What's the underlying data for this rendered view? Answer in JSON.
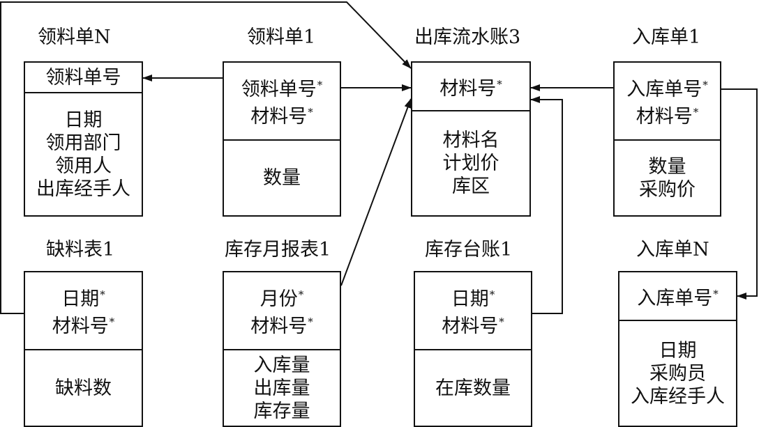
{
  "tables": [
    {
      "id": "t1",
      "title": "领料单N",
      "keys": [
        {
          "text": "领料单号",
          "star": ""
        }
      ],
      "attrs": [
        "日期",
        "领用部门",
        "领用人",
        "出库经手人"
      ]
    },
    {
      "id": "t2",
      "title": "领料单1",
      "keys": [
        {
          "text": "领料单号",
          "star": "*"
        },
        {
          "text": "材料号",
          "star": "*"
        }
      ],
      "attrs": [
        "数量"
      ]
    },
    {
      "id": "t3",
      "title": "出库流水账3",
      "keys": [
        {
          "text": "材料号",
          "star": "*"
        }
      ],
      "attrs": [
        "材料名",
        "计划价",
        "库区"
      ]
    },
    {
      "id": "t4",
      "title": "入库单1",
      "keys": [
        {
          "text": "入库单号",
          "star": "*"
        },
        {
          "text": "材料号",
          "star": "*"
        }
      ],
      "attrs": [
        "数量",
        "采购价"
      ]
    },
    {
      "id": "t5",
      "title": "缺料表1",
      "keys": [
        {
          "text": "日期",
          "star": "*"
        },
        {
          "text": "材料号",
          "star": "*"
        }
      ],
      "attrs": [
        "缺料数"
      ]
    },
    {
      "id": "t6",
      "title": "库存月报表1",
      "keys": [
        {
          "text": "月份",
          "star": "*"
        },
        {
          "text": "材料号",
          "star": "*"
        }
      ],
      "attrs": [
        "入库量",
        "出库量",
        "库存量"
      ]
    },
    {
      "id": "t7",
      "title": "库存台账1",
      "keys": [
        {
          "text": "日期",
          "star": "*"
        },
        {
          "text": "材料号",
          "star": "*"
        }
      ],
      "attrs": [
        "在库数量"
      ]
    },
    {
      "id": "t8",
      "title": "入库单N",
      "keys": [
        {
          "text": "入库单号",
          "star": "*"
        }
      ],
      "attrs": [
        "日期",
        "采购员",
        "入库经手人"
      ]
    }
  ]
}
